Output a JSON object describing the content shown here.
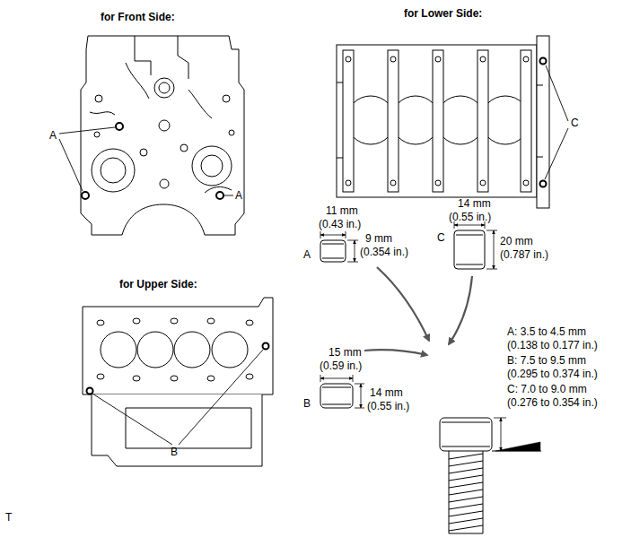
{
  "diagram": {
    "labels": [
      "for Front Side:",
      "for Lower Side:",
      "A",
      "C",
      "A",
      "11 mm",
      "(0.43 in.)",
      "14 mm",
      "(0.55 in.)",
      "9 mm",
      "(0.354 in.)",
      "A",
      "C",
      "20 mm",
      "(0.787 in.)",
      "for Upper Side:",
      "A: 3.5 to 4.5 mm",
      "(0.138 to 0.177 in.)",
      "15 mm",
      "(0.59 in.)",
      "B: 7.5 to 9.5 mm",
      "(0.295 to 0.374 in.)",
      "B",
      "14 mm",
      "(0.55 in.)",
      "C: 7.0 to 9.0 mm",
      "(0.276 to 0.354 in.)",
      "B",
      "T"
    ]
  }
}
